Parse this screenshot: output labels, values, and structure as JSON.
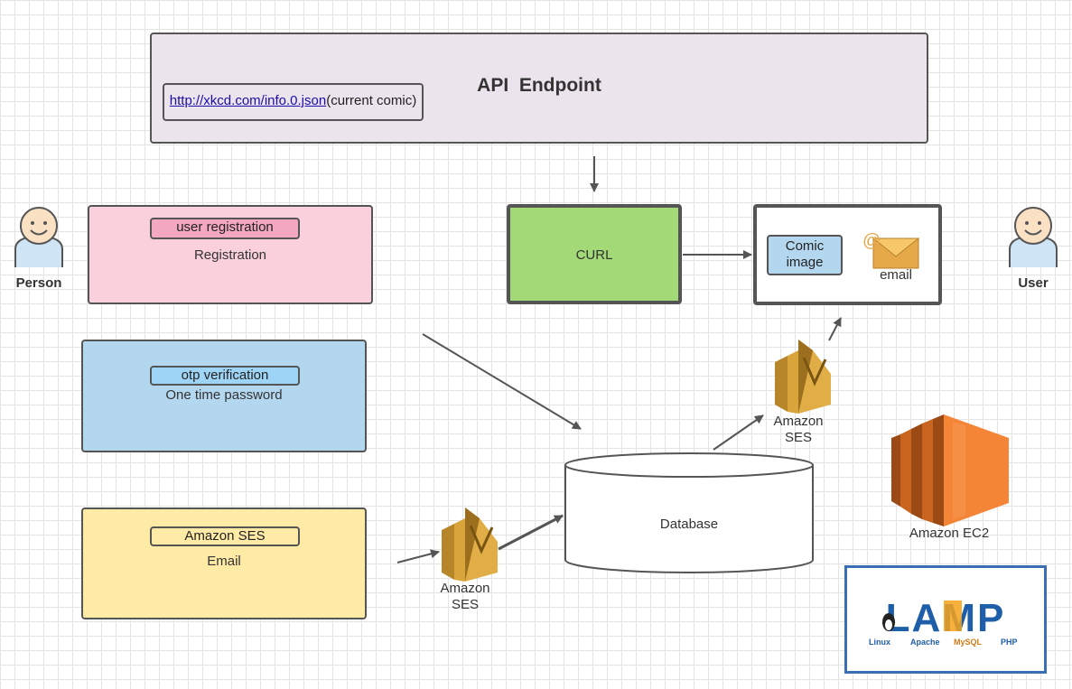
{
  "api": {
    "title": "API  Endpoint",
    "link_text": "http://xkcd.com/info.0.json",
    "link_suffix": "(current comic)"
  },
  "registration": {
    "pill": "user registration",
    "label": "Registration",
    "color": "#f9d0dc",
    "pill_color": "#f4a7c0"
  },
  "otp": {
    "pill": "otp verification",
    "label": "One time password",
    "color": "#b4d7f0",
    "pill_color": "#9ed4f5"
  },
  "email_box": {
    "pill": "Amazon SES",
    "label": "Email",
    "color": "#ffeaa6",
    "pill_color": "#ffeaa6"
  },
  "curl": {
    "label": "CURL",
    "color": "#a3d977"
  },
  "output": {
    "comic_label": "Comic image",
    "email_label": "email",
    "email_symbol": "@"
  },
  "database": {
    "label": "Database"
  },
  "ses_bottom": {
    "label_line1": "Amazon",
    "label_line2": "SES"
  },
  "ses_top": {
    "label_line1": "Amazon",
    "label_line2": "SES"
  },
  "ec2": {
    "label": "Amazon EC2",
    "color": "#f58536"
  },
  "person": {
    "label": "Person"
  },
  "user": {
    "label": "User"
  },
  "lamp": {
    "logo_text": "LAMP",
    "items": [
      "Linux",
      "Apache",
      "MySQL",
      "PHP"
    ]
  },
  "colors": {
    "api_bg": "#ece4ec",
    "ses_gold": "#d9a43a",
    "arrow": "#555555"
  }
}
